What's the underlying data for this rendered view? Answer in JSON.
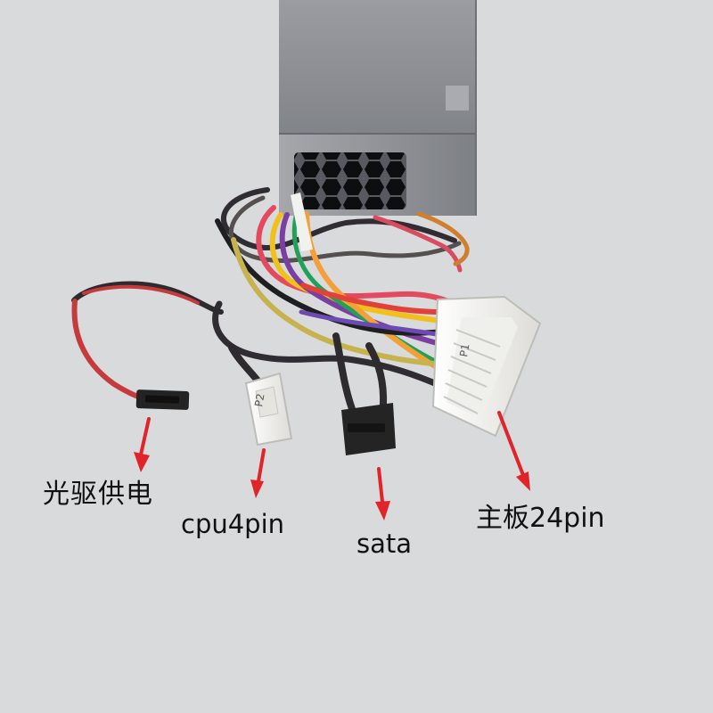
{
  "labels": {
    "optical_drive_power": "光驱供电",
    "cpu_4pin": "cpu4pin",
    "sata": "sata",
    "motherboard_24pin": "主板24pin"
  },
  "colors": {
    "arrow": "#e1232a",
    "text": "#111111",
    "psu_metal": "#8d8f94",
    "connector_white": "#f4f4f1",
    "connector_black": "#222222"
  }
}
